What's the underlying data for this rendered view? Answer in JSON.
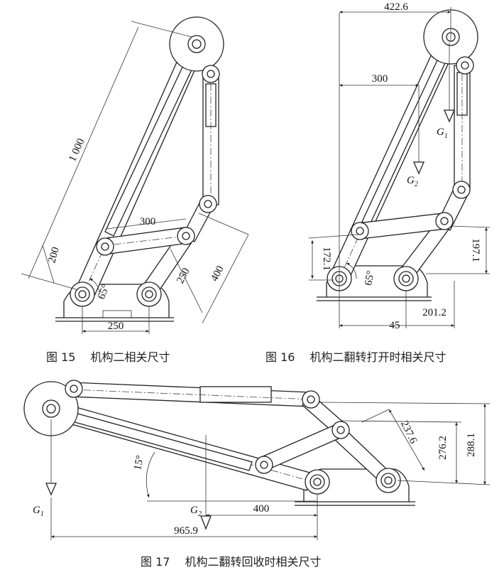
{
  "figures": [
    {
      "caption": "图 15　 机构二相关尺寸",
      "dimensions": {
        "link_length": "1 000",
        "coupler": "300",
        "offset": "200",
        "base": "250",
        "rocker": "250",
        "cylinder": "400",
        "angle": "65°"
      }
    },
    {
      "caption": "图 16　 机构二翻转打开时相关尺寸",
      "dimensions": {
        "top_width": "422.6",
        "g2_offset": "300",
        "left_height": "172.1",
        "right_height": "197.1",
        "bottom_left": "45",
        "bottom_right": "201.2",
        "angle": "65°"
      },
      "loads": [
        {
          "symbol": "G",
          "index": "1"
        },
        {
          "symbol": "G",
          "index": "2"
        }
      ]
    },
    {
      "caption": "图 17　 机构二翻转回收时相关尺寸",
      "dimensions": {
        "angle": "15°",
        "rocker_length": "237.6",
        "height_1": "276.2",
        "height_2": "288.1",
        "base_offset": "400",
        "total_width": "965.9"
      },
      "loads": [
        {
          "symbol": "G",
          "index": "1"
        },
        {
          "symbol": "G",
          "index": "2"
        }
      ]
    }
  ]
}
